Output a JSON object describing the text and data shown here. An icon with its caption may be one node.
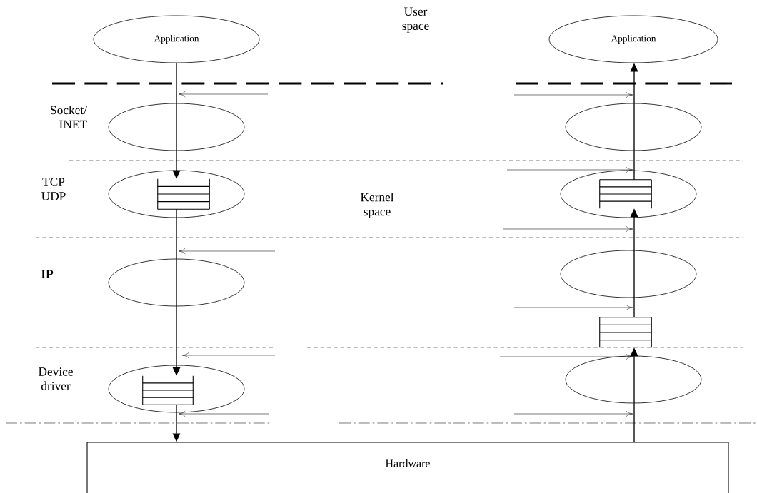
{
  "diagram": {
    "nodes": [
      {
        "text": [
          "Application"
        ]
      },
      {
        "text": [
          "Application"
        ]
      },
      {
        "text": [],
        "shape": "ellipse"
      },
      {
        "text": [],
        "shape": "ellipse"
      },
      {
        "text": [],
        "shape": "ellipse"
      },
      {
        "text": [],
        "shape": "box",
        "in": 4
      },
      {
        "text": [],
        "shape": "ellipse"
      },
      {
        "text": [],
        "shape": "box",
        "in": 6
      },
      {
        "text": [],
        "shape": "ellipse"
      },
      {
        "text": [],
        "shape": "ellipse"
      },
      {
        "text": [],
        "shape": "box"
      },
      {
        "text": [],
        "shape": "ellipse"
      },
      {
        "text": [],
        "shape": "box",
        "in": 11
      },
      {
        "text": [],
        "shape": "ellipse"
      },
      {
        "text": [
          "Hardware"
        ]
      }
    ],
    "edges": [
      {
        "from": 0,
        "to": 2,
        "arrow": "none"
      },
      {
        "from": 2,
        "to": 5,
        "arrow": "to"
      },
      {
        "from": 5,
        "to": 8,
        "arrow": "none"
      },
      {
        "from": 8,
        "to": 12,
        "arrow": "to"
      },
      {
        "from": 12,
        "to": 14,
        "arrow": "to"
      },
      {
        "from": 14,
        "to": 13,
        "arrow": "none"
      },
      {
        "from": 13,
        "to": 10,
        "arrow": "to"
      },
      {
        "from": 10,
        "to": 9,
        "arrow": "none"
      },
      {
        "from": 9,
        "to": 7,
        "arrow": "to"
      },
      {
        "from": 7,
        "to": 3,
        "arrow": "none"
      },
      {
        "from": 3,
        "to": 1,
        "arrow": "to"
      }
    ],
    "labels": [
      "User space",
      "Socket/ INET",
      "TCP UDP",
      "Kernel space",
      "IP",
      "Device driver"
    ]
  }
}
